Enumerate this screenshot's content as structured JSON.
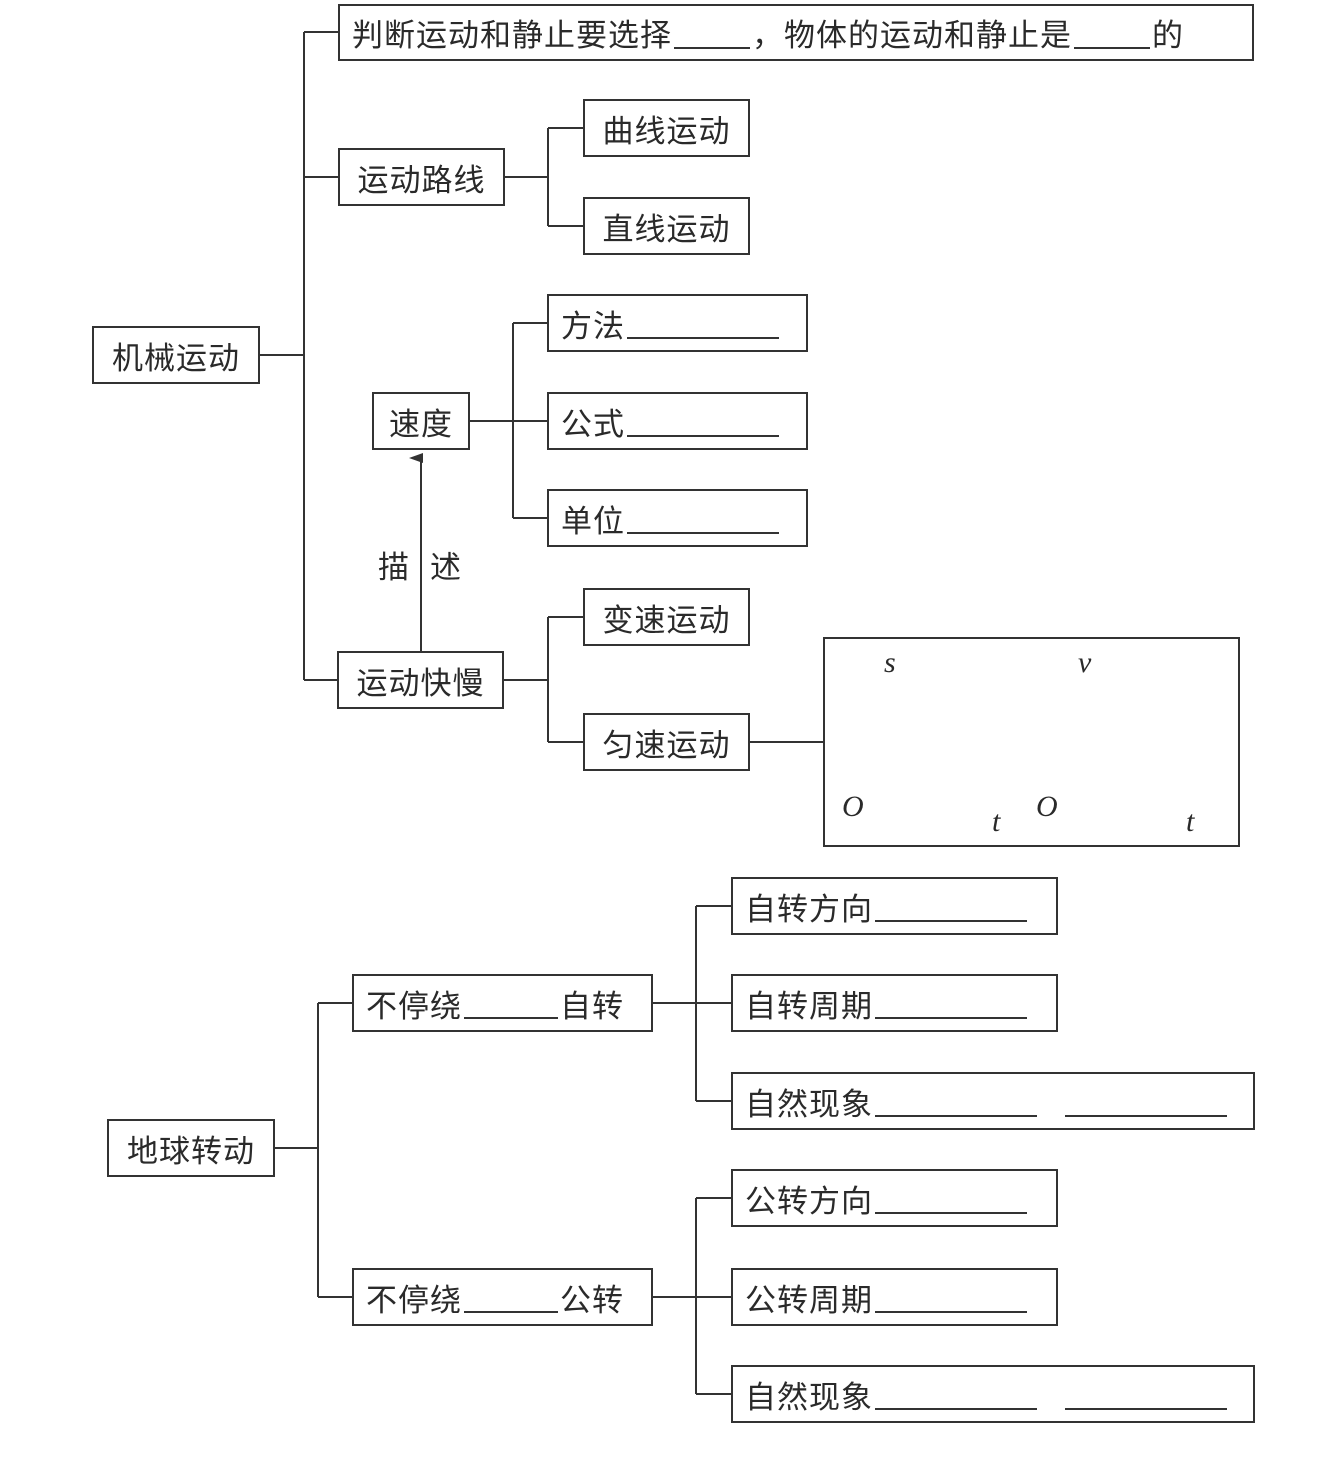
{
  "diagram_1": {
    "root": "机械运动",
    "reference": {
      "text_before": "判断运动和静止要选择",
      "text_middle": "，物体的运动和静止是",
      "text_after": "的"
    },
    "path": {
      "label": "运动路线",
      "children": [
        "曲线运动",
        "直线运动"
      ]
    },
    "speed": {
      "label": "速度",
      "children": [
        "方法",
        "公式",
        "单位"
      ]
    },
    "describe_label": [
      "描",
      "述"
    ],
    "pace": {
      "label": "运动快慢",
      "children": [
        "变速运动",
        "匀速运动"
      ]
    },
    "graphs": [
      {
        "y_label": "s",
        "x_label": "t",
        "origin": "O"
      },
      {
        "y_label": "v",
        "x_label": "t",
        "origin": "O"
      }
    ]
  },
  "diagram_2": {
    "root": "地球转动",
    "rotation": {
      "prefix": "不停绕",
      "suffix": "自转",
      "children": [
        "自转方向",
        "自转周期",
        "自然现象"
      ]
    },
    "revolution": {
      "prefix": "不停绕",
      "suffix": "公转",
      "children": [
        "公转方向",
        "公转周期",
        "自然现象"
      ]
    }
  }
}
